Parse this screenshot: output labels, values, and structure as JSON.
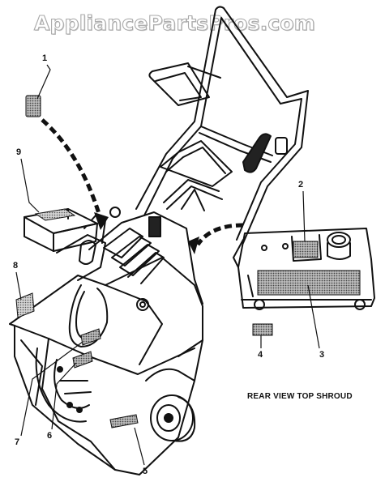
{
  "watermark": "AppliancePartsPros.com",
  "callouts": {
    "c1": "1",
    "c2": "2",
    "c3": "3",
    "c4": "4",
    "c5": "5",
    "c6": "6",
    "c7": "7",
    "c8": "8",
    "c9": "9"
  },
  "caption": "REAR VIEW TOP SHROUD"
}
